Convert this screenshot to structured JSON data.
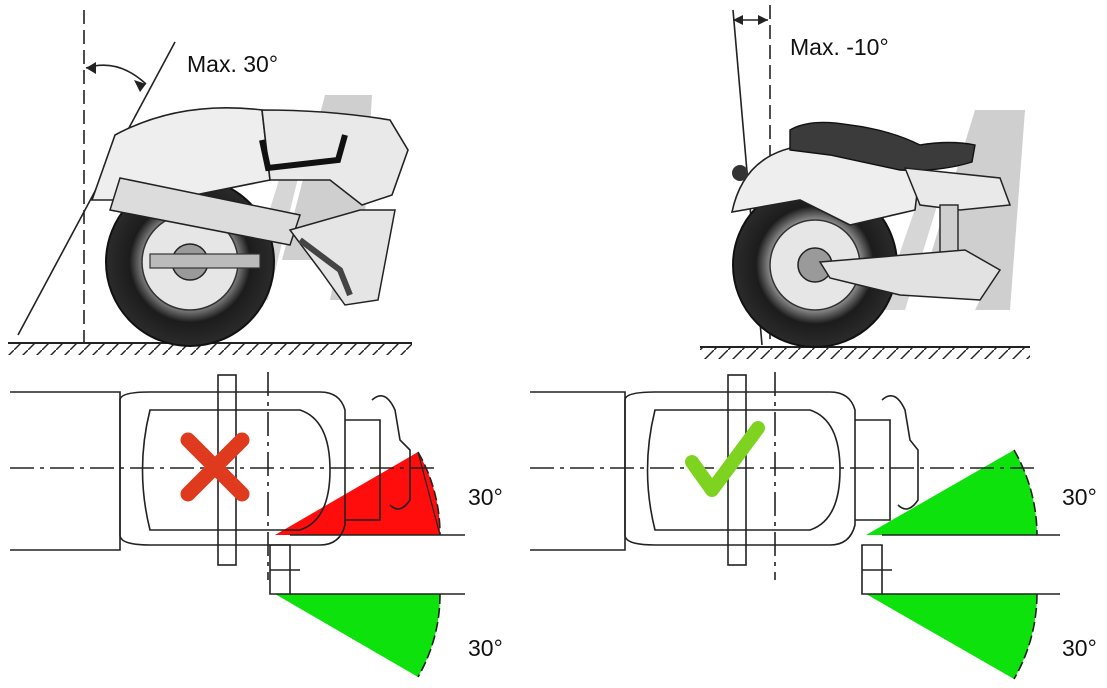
{
  "side_views": {
    "left": {
      "max_angle_label": "Max. 30°"
    },
    "right": {
      "max_angle_label": "Max. -10°"
    }
  },
  "top_views": {
    "left": {
      "status_icon": "cross-icon",
      "upper_sector_label": "30°",
      "lower_sector_label": "30°",
      "upper_sector_color": "#ff0000",
      "lower_sector_color": "#00e000"
    },
    "right": {
      "status_icon": "check-icon",
      "upper_sector_label": "30°",
      "lower_sector_label": "30°",
      "upper_sector_color": "#00e000",
      "lower_sector_color": "#00e000"
    }
  },
  "colors": {
    "cross": "#e03a1e",
    "check": "#7ed321"
  }
}
